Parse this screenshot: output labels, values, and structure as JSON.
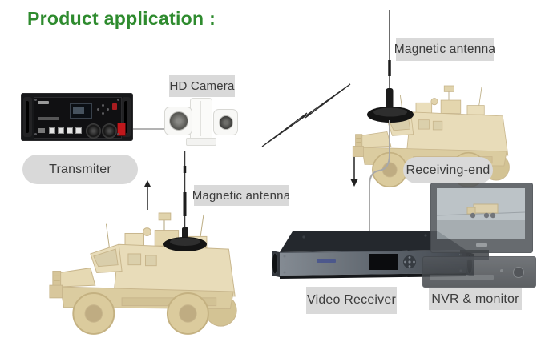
{
  "title": "Product application :",
  "colors": {
    "title_green": "#2e8b2e",
    "label_bg": "#d9d9d9",
    "label_text": "#3c3c3c",
    "device_black": "#17181a",
    "camera_white": "#f8f8f6",
    "vehicle_tan": "#e9dcb6",
    "cable_gray": "#9a9a9a",
    "receiver_gray": "#6e757d",
    "monitor_gray": "#53575c",
    "bolt_outline": "#2b2b2b"
  },
  "diagram": {
    "transmitter": {
      "label": "Transmiter"
    },
    "hd_camera": {
      "label": "HD Camera"
    },
    "magnetic_antenna_left": {
      "label": "Magnetic antenna"
    },
    "magnetic_antenna_right": {
      "label": "Magnetic antenna"
    },
    "receiving_end": {
      "label": "Receiving-end"
    },
    "video_receiver": {
      "label": "Video Receiver"
    },
    "nvr_monitor": {
      "label": "NVR & monitor"
    }
  }
}
